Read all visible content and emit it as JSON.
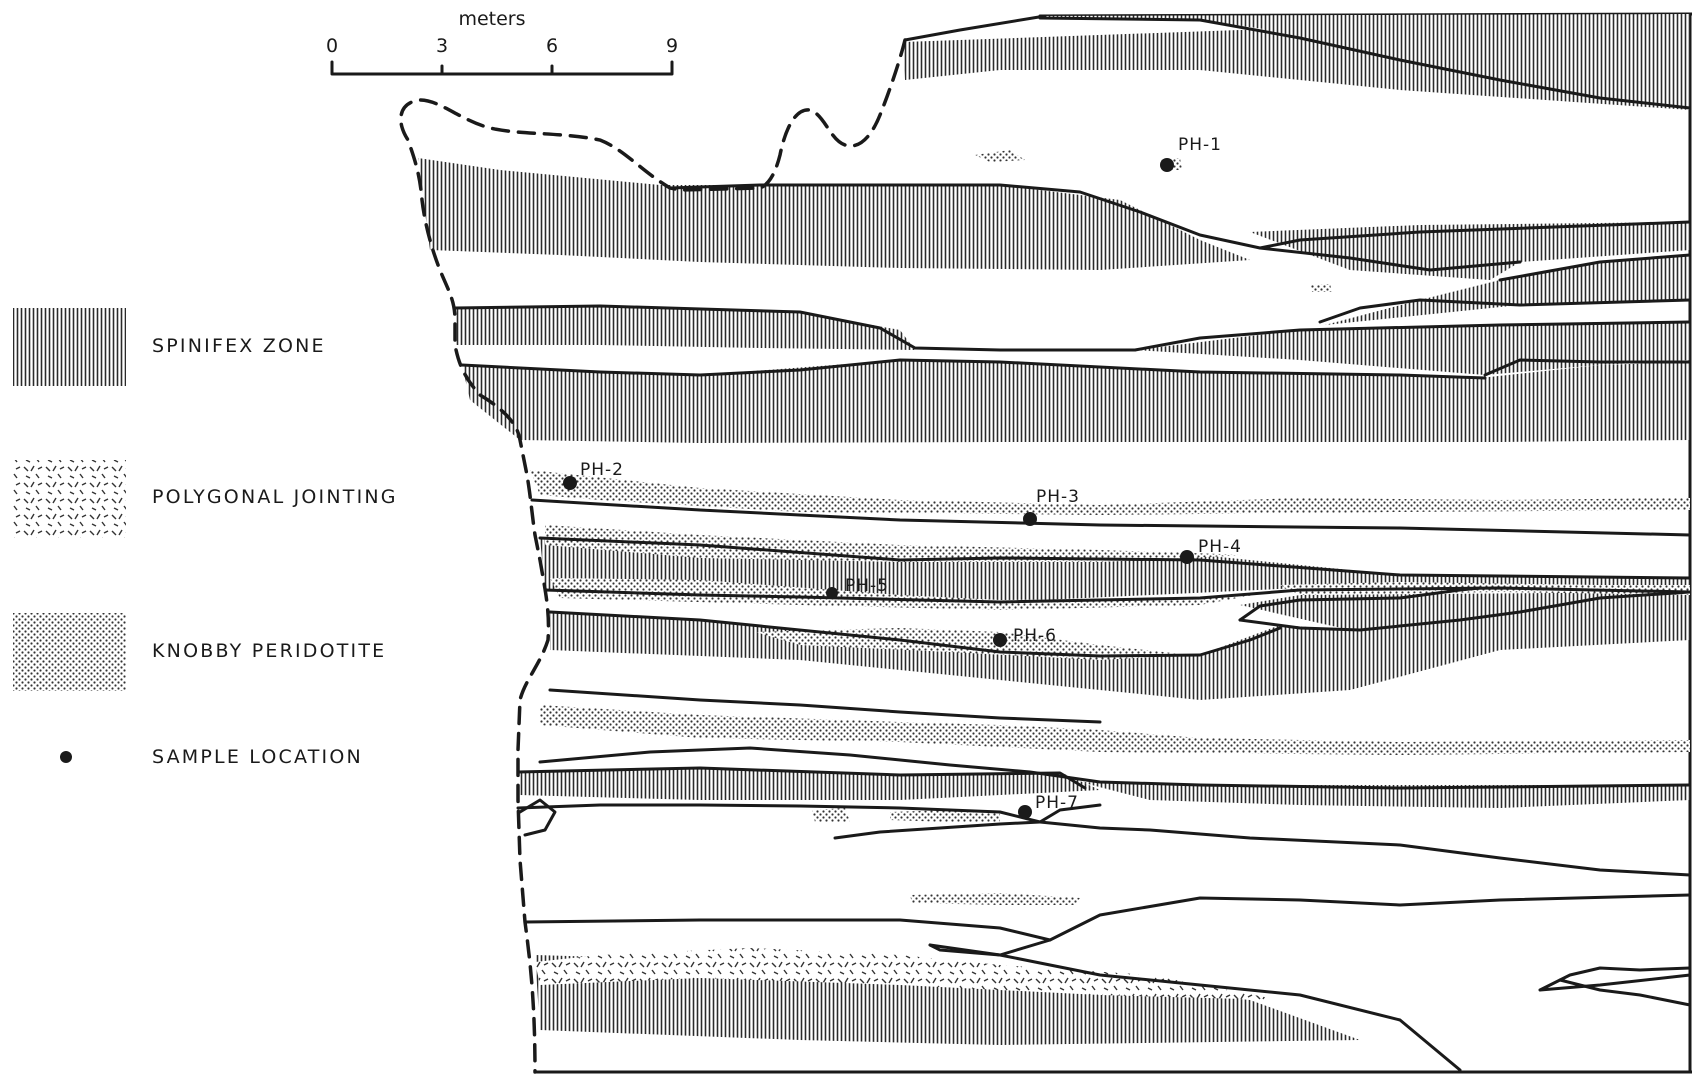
{
  "scale_bar": {
    "unit": "meters",
    "ticks": [
      "0",
      "3",
      "6",
      "9"
    ]
  },
  "legend": [
    {
      "key": "spinifex",
      "label": "SPINIFEX ZONE"
    },
    {
      "key": "polygonal",
      "label": "POLYGONAL JOINTING"
    },
    {
      "key": "knobby",
      "label": "KNOBBY PERIDOTITE"
    },
    {
      "key": "sample",
      "label": "SAMPLE LOCATION"
    }
  ],
  "samples": [
    "PH-1",
    "PH-2",
    "PH-3",
    "PH-4",
    "PH-5",
    "PH-6",
    "PH-7"
  ],
  "colors": {
    "ink": "#1a1a1a",
    "paper": "#ffffff"
  }
}
